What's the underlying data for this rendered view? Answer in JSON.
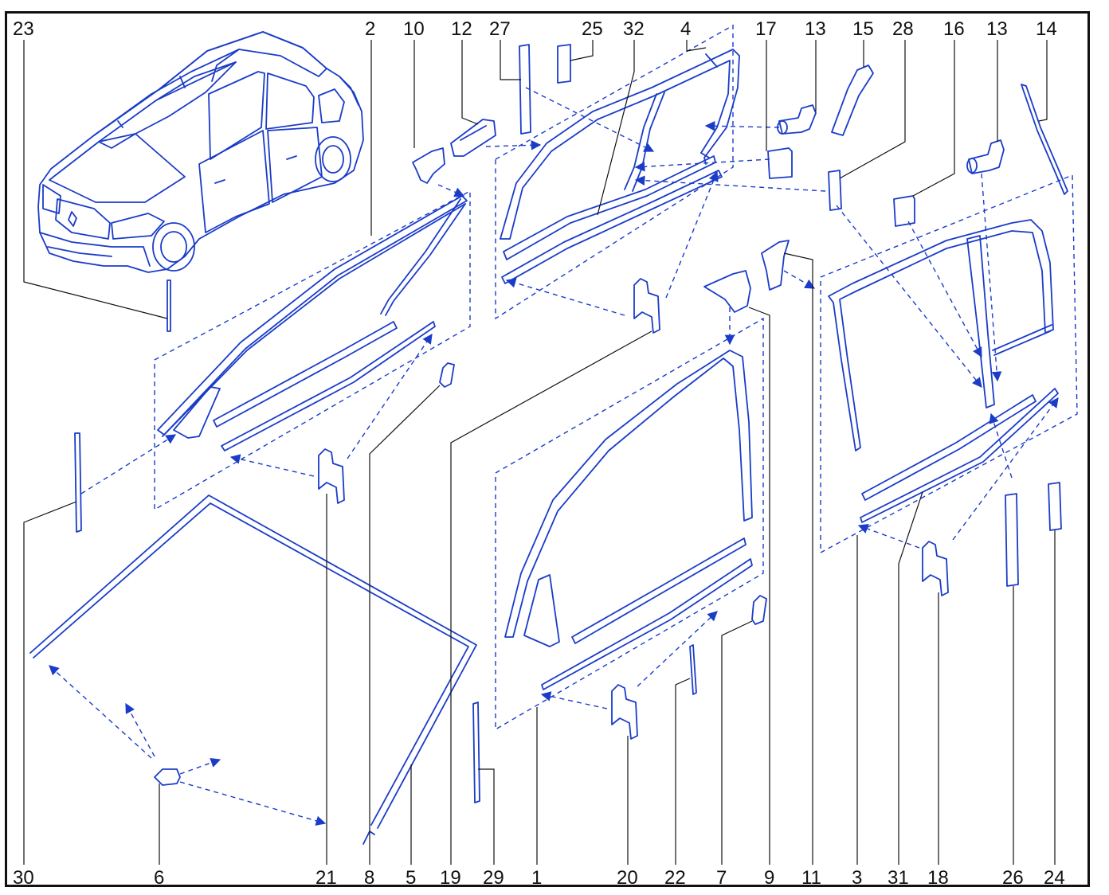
{
  "diagram": {
    "line_color": "#1a3cc8",
    "leader_color": "#111111",
    "frame_color": "#111111",
    "callouts_top": [
      "23",
      "2",
      "10",
      "12",
      "27",
      "25",
      "32",
      "4",
      "17",
      "13",
      "15",
      "28",
      "16",
      "13",
      "14"
    ],
    "callouts_bottom": [
      "30",
      "6",
      "21",
      "8",
      "5",
      "19",
      "29",
      "1",
      "20",
      "22",
      "7",
      "9",
      "11",
      "3",
      "31",
      "18",
      "26",
      "24"
    ]
  }
}
